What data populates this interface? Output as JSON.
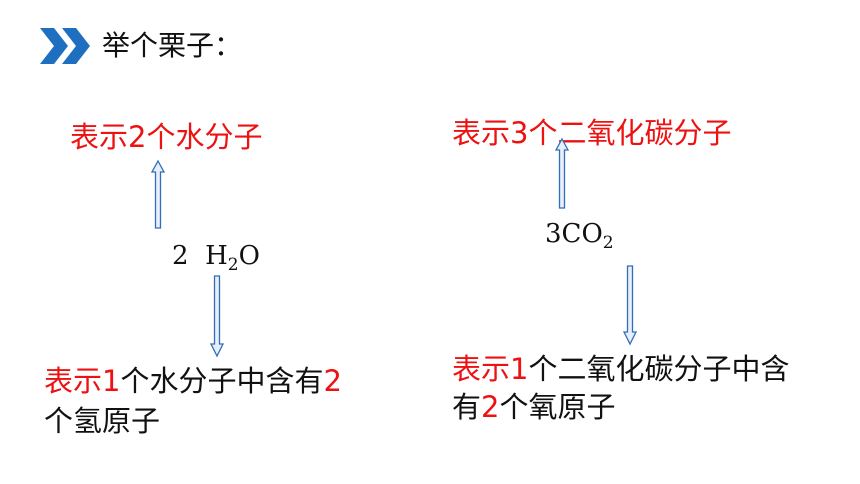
{
  "heading": {
    "text": "举个栗子："
  },
  "colors": {
    "accent_red": "#ee1111",
    "arrow_blue": "#2f6fb7",
    "icon_blue": "#1f6fc1"
  },
  "example_left": {
    "top_label": "表示2个水分子",
    "formula": {
      "coefficient": "2",
      "element1": "H",
      "element1_subscript": "2",
      "element2": "O"
    },
    "bottom_label": {
      "part1": "表示",
      "part2": "1",
      "part3": "个水分子中含有",
      "part4": "2",
      "part5": "个氢原子"
    }
  },
  "example_right": {
    "top_label": "表示3个二氧化碳分子",
    "formula": {
      "coefficient": "3",
      "element1": "CO",
      "element1_subscript": "2"
    },
    "bottom_label": {
      "part1": "表示",
      "part2": "1",
      "part3": "个二氧化碳分子中含",
      "part4": "有",
      "part5": "2",
      "part6": "个氧原子"
    }
  }
}
